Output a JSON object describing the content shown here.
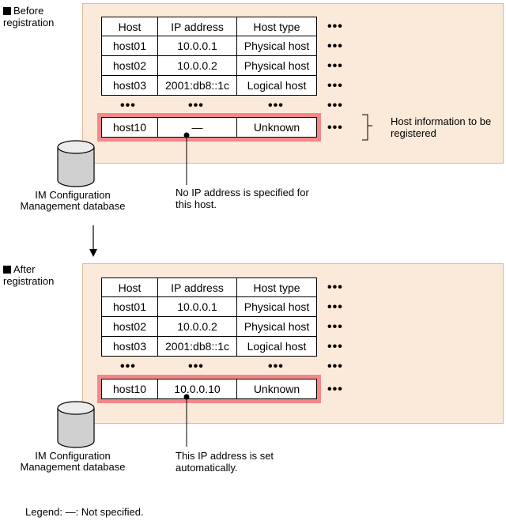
{
  "before": {
    "title": "Before registration",
    "headers": [
      "Host",
      "IP address",
      "Host type"
    ],
    "rows": [
      [
        "host01",
        "10.0.0.1",
        "Physical host"
      ],
      [
        "host02",
        "10.0.0.2",
        "Physical host"
      ],
      [
        "host03",
        "2001:db8::1c",
        "Logical host"
      ]
    ],
    "ellipsis": "•••",
    "registered_row": [
      "host10",
      "—",
      "Unknown"
    ],
    "callout": "No IP address is specified for this host.",
    "bracket_note": "Host information to be registered"
  },
  "after": {
    "title": "After registration",
    "headers": [
      "Host",
      "IP address",
      "Host type"
    ],
    "rows": [
      [
        "host01",
        "10.0.0.1",
        "Physical host"
      ],
      [
        "host02",
        "10.0.0.2",
        "Physical host"
      ],
      [
        "host03",
        "2001:db8::1c",
        "Logical host"
      ]
    ],
    "ellipsis": "•••",
    "registered_row": [
      "host10",
      "10.0.0.10",
      "Unknown"
    ],
    "callout": "This IP address is set automatically."
  },
  "database": {
    "label": "IM Configuration Management database"
  },
  "legend": "Legend: —: Not specified.",
  "colors": {
    "panel_fill": "#fbe9d9",
    "highlight": "#f2888a"
  }
}
